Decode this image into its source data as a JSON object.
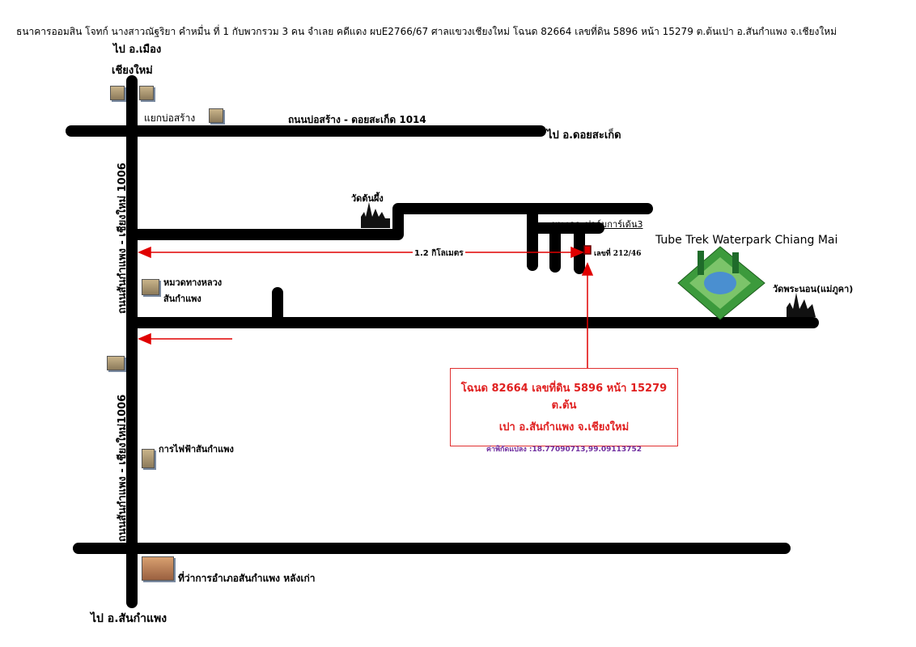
{
  "header": {
    "title": "ธนาคารออมสิน  โจทก์ นางสาวณัฐริยา คำหมื่น ที่ 1 กับพวกรวม 3 คน จำเลย คดีแดง ผบE2766/67 ศาลแขวงเชียงใหม่ โฉนด 82664 เลขที่ดิน 5896 หน้า 15279 ต.ต้นเปา อ.สันกำแพง จ.เชียงใหม่"
  },
  "labels": {
    "to_mueang": "ไป อ.เมือง",
    "chiangmai": "เชียงใหม่",
    "yaek_bosang": "แยกบ่อสร้าง",
    "road_bosang": "ถนนบ่อสร้าง - ดอยสะเก็ด 1014",
    "to_doisaket": "ไป อ.ดอยสะเก็ด",
    "road_vertical_top": "ถนนสันกำแพง - เชียงใหม่ 1006",
    "road_vertical_bottom": "ถนนสันกำแพง - เชียงใหม่1006",
    "wat_tonphueng": "วัดต้นผึ้ง",
    "village": "มบ.เดอะปาล์มการ์เด้น3",
    "distance": "1.2 กิโลเมตร",
    "plot_number": "เลขที่ 212/46",
    "waterpark": "Tube Trek Waterpark Chiang Mai",
    "wat_phranon": "วัดพระนอน(แม่ภูคา)",
    "highway_office_1": "หมวดทางหลวง",
    "highway_office_2": "สันกำแพง",
    "electricity": "การไฟฟ้าสันกำแพง",
    "district_office": "ที่ว่าการอำเภอสันกำแพง หลังเก่า",
    "to_sankamphaeng": "ไป อ.สันกำแพง"
  },
  "infobox": {
    "line1": "โฉนด 82664 เลขที่ดิน 5896 หน้า 15279 ต.ต้น",
    "line2": "เปา  อ.สันกำแพง จ.เชียงใหม่",
    "coords": "ค่าพิกัดแปลง :18.77090713,99.09113752"
  },
  "colors": {
    "road": "#000000",
    "marker": "#e00000",
    "coords": "#7030a0"
  }
}
